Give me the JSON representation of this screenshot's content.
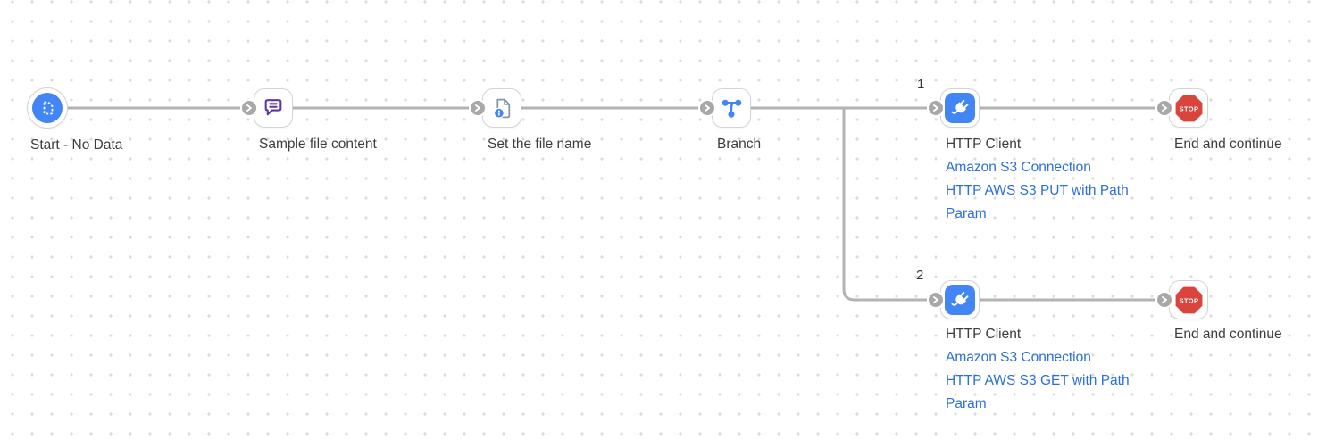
{
  "diagram": {
    "nodes": {
      "start": {
        "label": "Start - No Data"
      },
      "sample_file_content": {
        "label": "Sample file content"
      },
      "set_file_name": {
        "label": "Set the file name"
      },
      "branch": {
        "label": "Branch"
      },
      "http_client_1": {
        "label": "HTTP Client",
        "account_link": "Amazon S3 Connection",
        "endpoint_link": "HTTP AWS S3 PUT with Path Param",
        "branch_number": "1"
      },
      "end_1": {
        "label": "End and continue",
        "stop_text": "STOP"
      },
      "http_client_2": {
        "label": "HTTP Client",
        "account_link": "Amazon S3 Connection",
        "endpoint_link": "HTTP AWS S3 GET with Path Param",
        "branch_number": "2"
      },
      "end_2": {
        "label": "End and continue",
        "stop_text": "STOP"
      }
    },
    "colors": {
      "accent_blue": "#4285f4",
      "purple": "#5e35b1",
      "stop_red": "#d9453c",
      "link_blue": "#2b6fdd",
      "connector_gray": "#b3b3b3",
      "label_text": "#3d3d3d"
    }
  }
}
